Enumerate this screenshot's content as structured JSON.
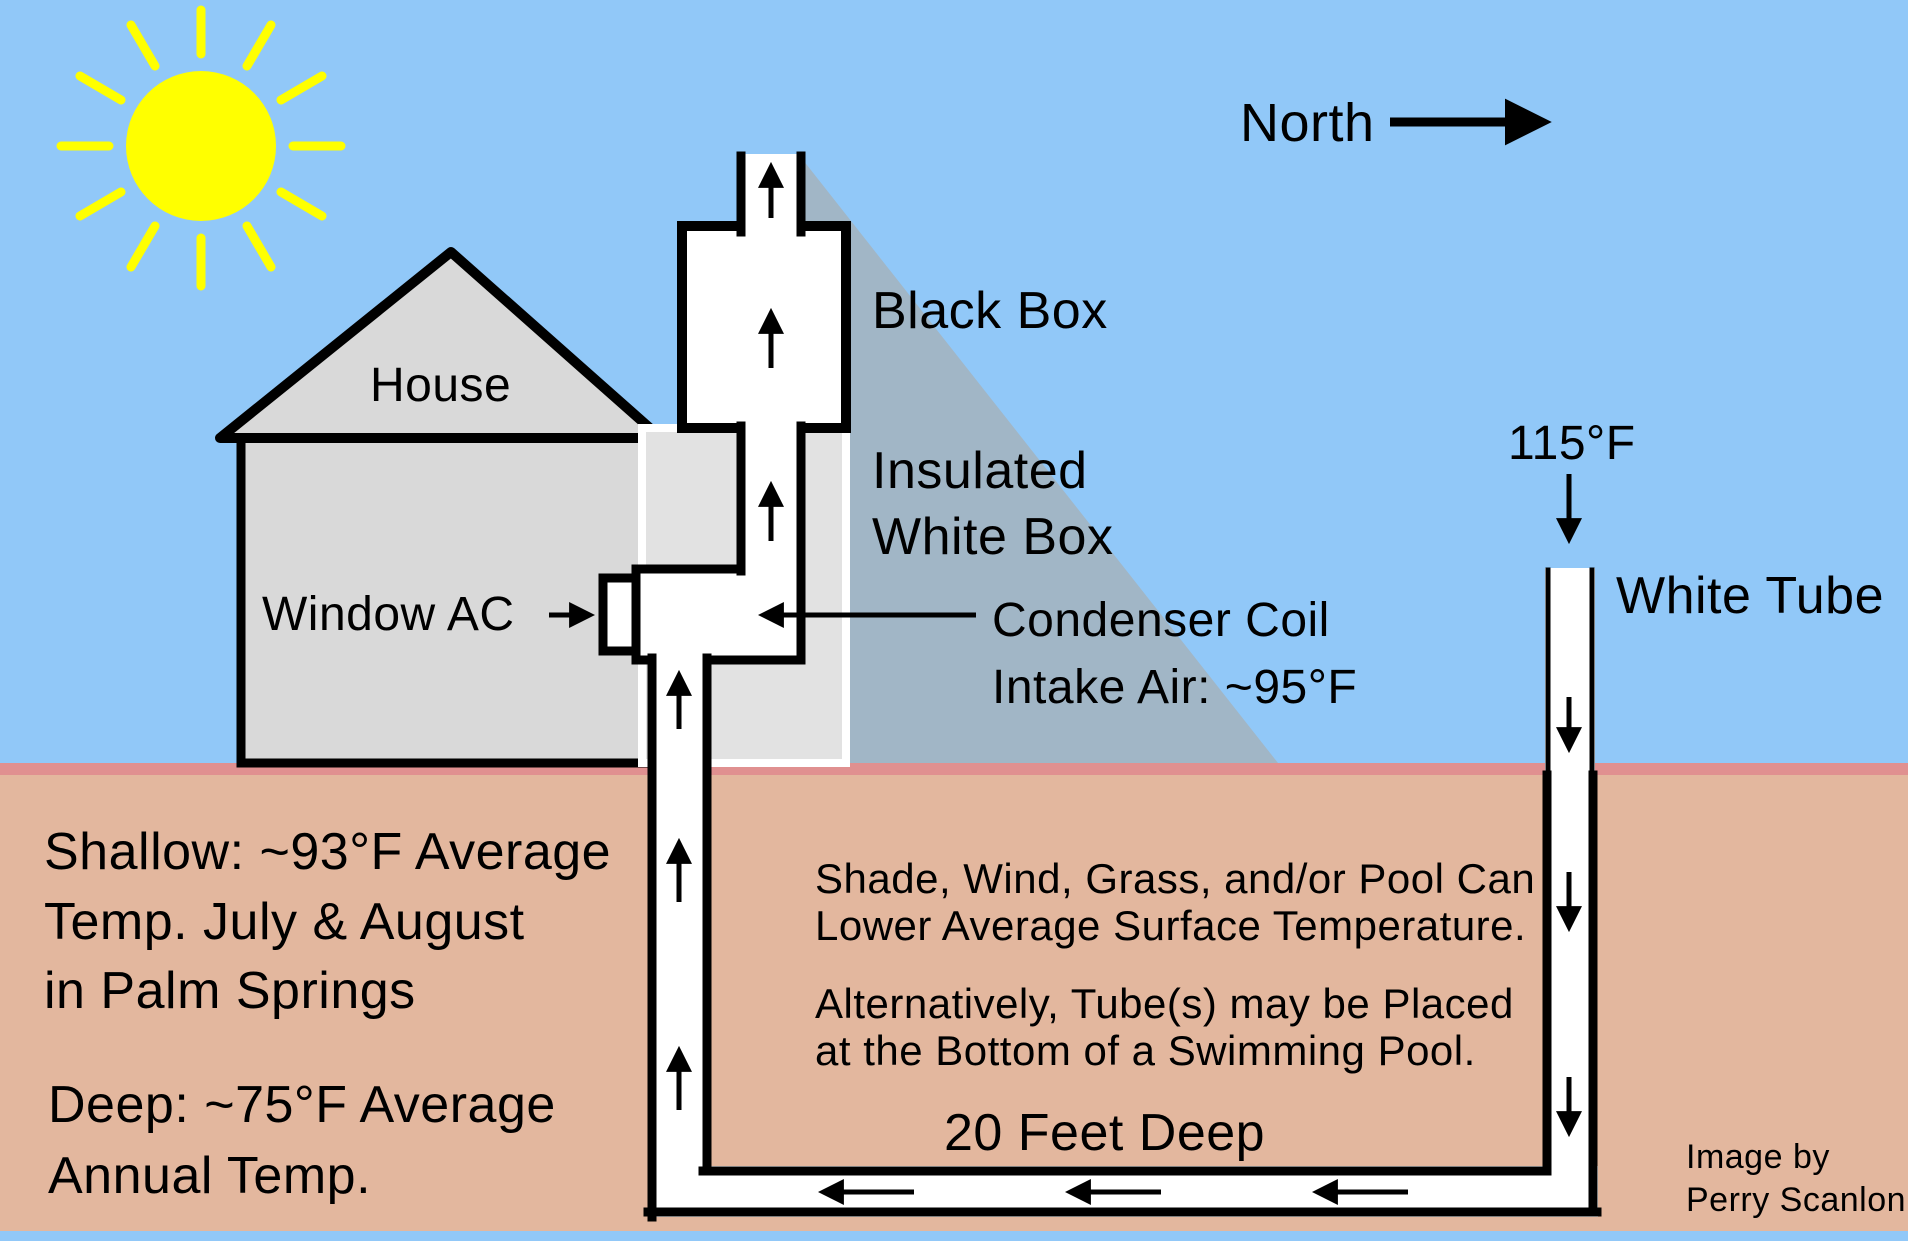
{
  "colors": {
    "sky": "#91c8f8",
    "ground": "#e3b79e",
    "ground_line": "#e09090",
    "shadow": "#a1b6c6",
    "sun": "#ffff00",
    "house_fill": "#d9d9d9",
    "insulated_fill": "#e2e2e2",
    "insulated_border": "#ffffff",
    "ink": "#000000"
  },
  "labels": {
    "north": "North",
    "house": "House",
    "black_box": "Black Box",
    "insulated_line1": "Insulated",
    "insulated_line2": "White Box",
    "window_ac": "Window AC",
    "condenser_line1": "Condenser Coil",
    "condenser_line2": "Intake Air: ~95°F",
    "temp_115": "115°F",
    "white_tube": "White Tube",
    "shallow_line1": "Shallow: ~93°F Average",
    "shallow_line2": "Temp. July & August",
    "shallow_line3": "in Palm Springs",
    "deep_line1": "Deep: ~75°F Average",
    "deep_line2": "Annual Temp.",
    "shade_line1": "Shade, Wind, Grass, and/or Pool Can",
    "shade_line2": "Lower Average Surface Temperature.",
    "alt_line1": "Alternatively, Tube(s) may be Placed",
    "alt_line2": "at the Bottom of a Swimming Pool.",
    "depth": "20 Feet Deep",
    "credit_line1": "Image by",
    "credit_line2": "Perry Scanlon"
  }
}
